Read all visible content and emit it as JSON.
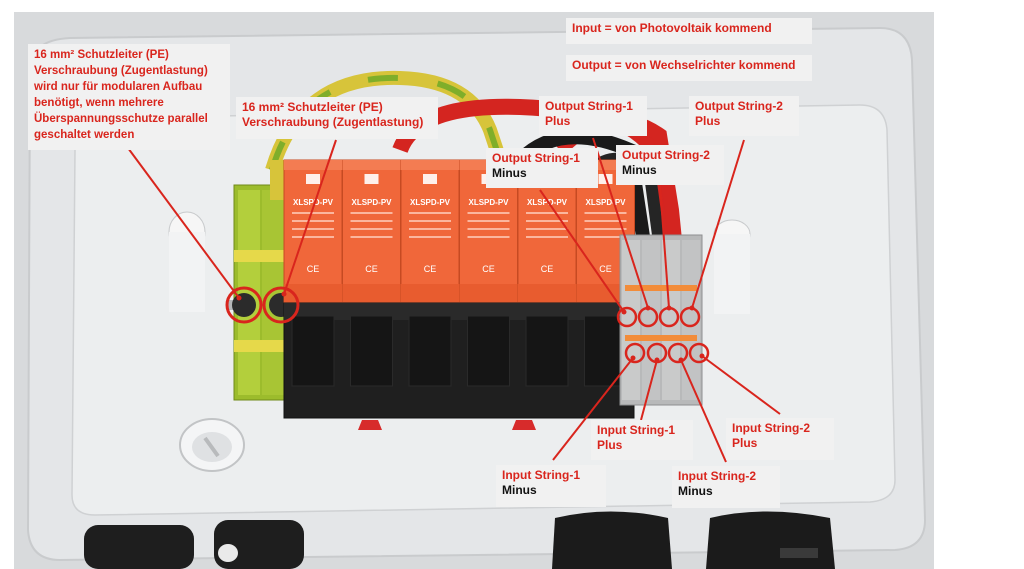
{
  "legend": {
    "input": "Input = von Photovoltaik kommend",
    "output": "Output = von Wechselrichter kommend"
  },
  "annotations": {
    "pe_modular": {
      "lines": [
        "16 mm² Schutzleiter (PE)",
        "Verschraubung (Zugentlastung)",
        "wird nur für modularen Aufbau",
        "benötigt, wenn mehrere",
        "Überspannungsschutze parallel",
        "geschaltet werden"
      ]
    },
    "pe_main": {
      "lines": [
        "16 mm² Schutzleiter (PE)",
        "Verschraubung (Zugentlastung)"
      ]
    },
    "output_string1_plus": {
      "line1": "Output String-1",
      "line2": "Plus"
    },
    "output_string2_plus": {
      "line1": "Output String-2",
      "line2": "Plus"
    },
    "output_string1_minus": {
      "line1": "Output String-1",
      "line2": "Minus"
    },
    "output_string2_minus": {
      "line1": "Output String-2",
      "line2": "Minus"
    },
    "input_string1_plus": {
      "line1": "Input String-1",
      "line2": "Plus"
    },
    "input_string2_plus": {
      "line1": "Input String-2",
      "line2": "Plus"
    },
    "input_string1_minus": {
      "line1": "Input String-1",
      "line2": "Minus"
    },
    "input_string2_minus": {
      "line1": "Input String-2",
      "line2": "Minus"
    }
  },
  "module": {
    "brand": "XLSPD-PV",
    "count": 6,
    "ce_mark": "CE"
  },
  "colors": {
    "annotation_red": "#d9251d",
    "module_orange": "#f0673a",
    "enclosure_grey": "#e4e6e8",
    "pe_green": "#9cbc2c",
    "pe_yellow": "#e6d94a",
    "cable_red": "#d42520",
    "cable_black": "#1a1a1a",
    "base_black": "#1f1f1f"
  }
}
